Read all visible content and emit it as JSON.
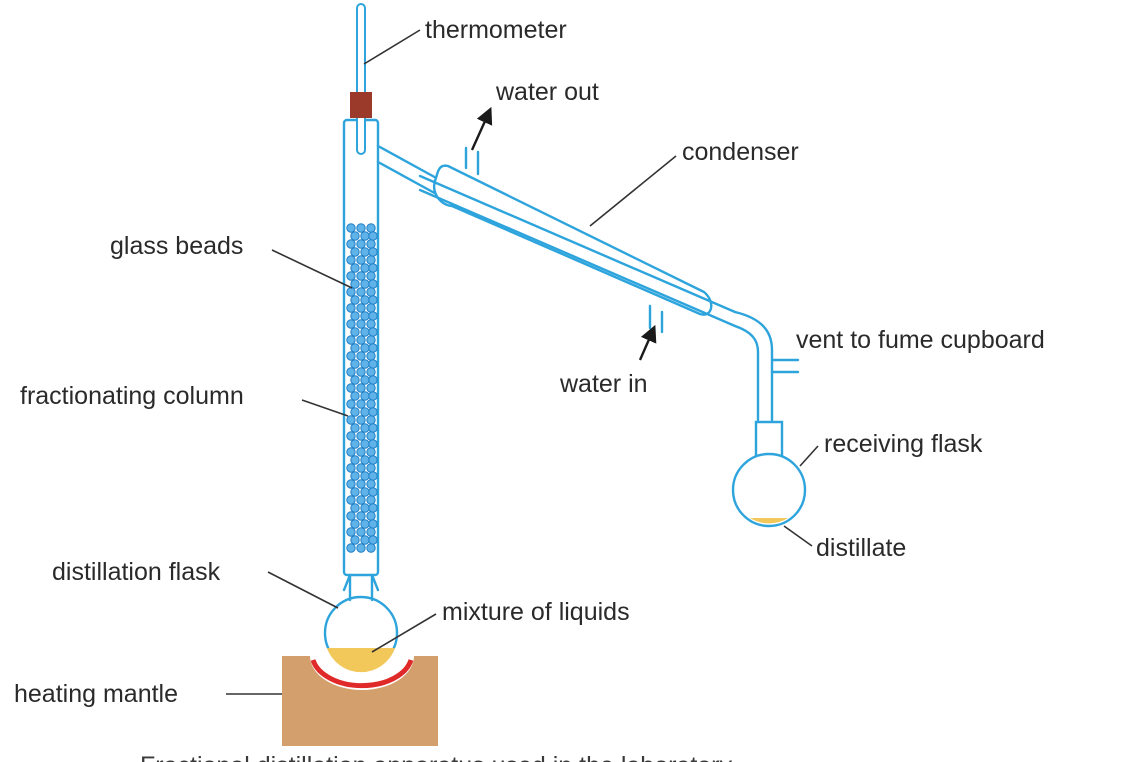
{
  "labels": {
    "thermometer": "thermometer",
    "water_out": "water out",
    "condenser": "condenser",
    "glass_beads": "glass beads",
    "vent": "vent to fume cupboard",
    "water_in": "water in",
    "fractionating_column": "fractionating column",
    "receiving_flask": "receiving flask",
    "distillate": "distillate",
    "distillation_flask": "distillation flask",
    "mixture": "mixture of liquids",
    "heating_mantle": "heating mantle"
  },
  "caption": "Fractional distillation apparatus used in the laboratory",
  "colors": {
    "glass": "#2ea4dd",
    "beads": "#5fb3e8",
    "stopper": "#9b3a2a",
    "liquid": "#f3c85a",
    "heating_mantle": "#d3a06d",
    "hot_surface": "#e02a2a",
    "arrow": "#1a1a1a"
  }
}
